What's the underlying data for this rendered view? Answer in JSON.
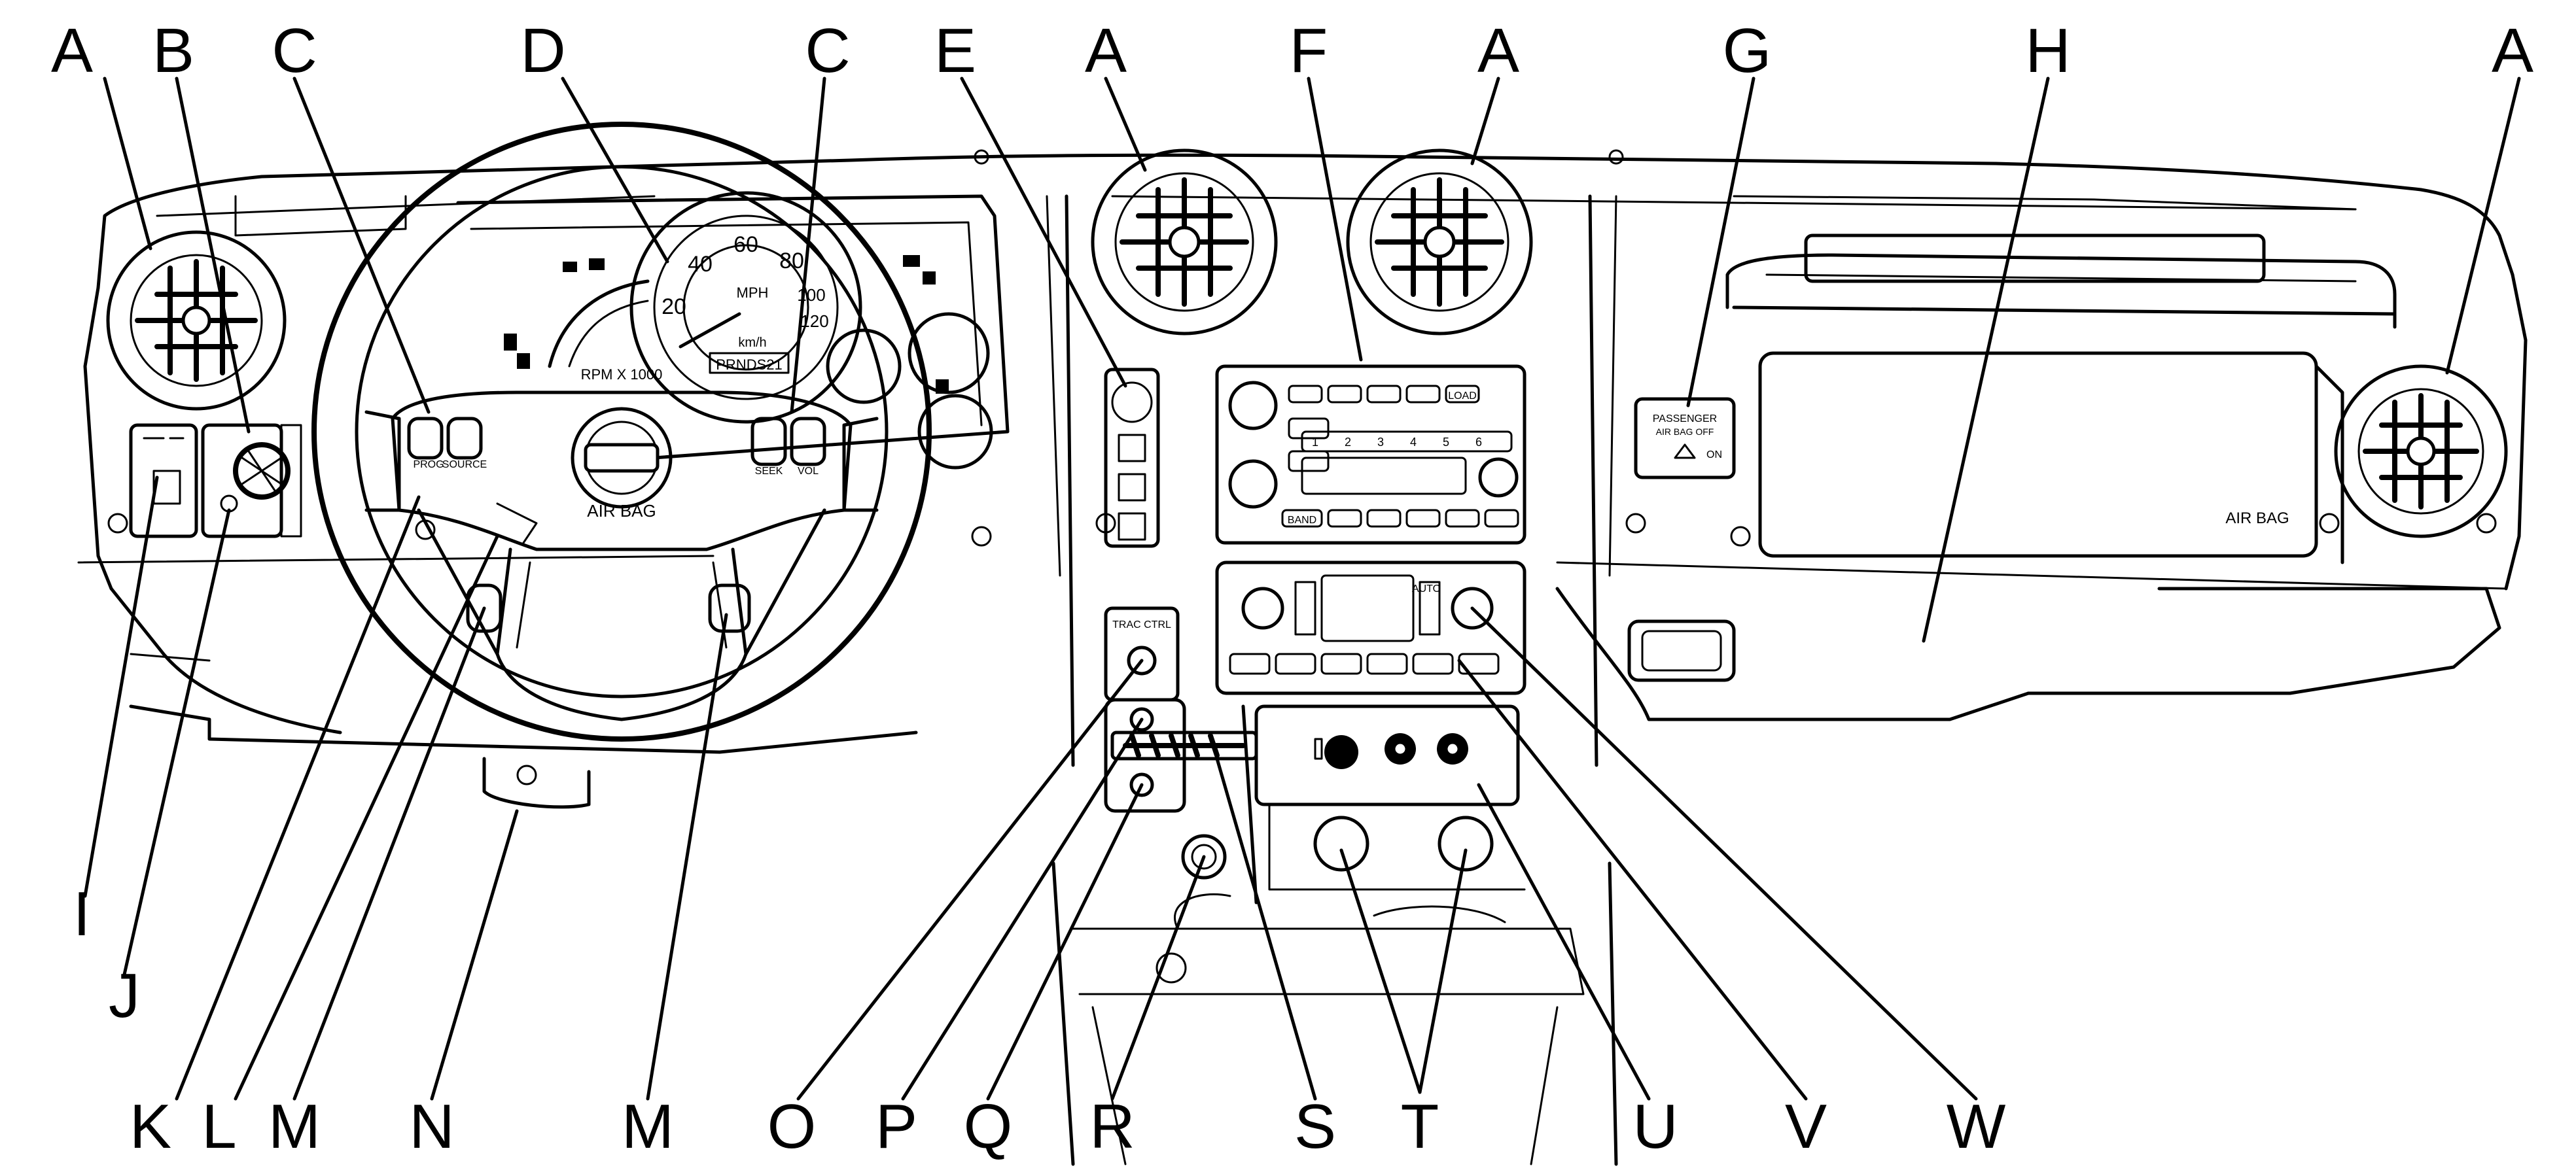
{
  "instrument_text": {
    "rpm": "RPM X 1000",
    "mph": "MPH",
    "kmh": "km/h",
    "odometer": "PRNDS21",
    "gauge_20": "20",
    "gauge_40": "40",
    "gauge_60": "60",
    "gauge_80": "80",
    "gauge_100": "100",
    "gauge_120": "120"
  },
  "steering_text": {
    "airbag": "AIR BAG",
    "source": "SOURCE",
    "prog": "PROG",
    "seek": "SEEK",
    "vol": "VOL"
  },
  "passenger_panel": {
    "line1": "PASSENGER",
    "line2": "AIR BAG OFF",
    "on": "ON"
  },
  "glovebox_airbag": "AIR BAG",
  "traction_label": "TRAC CTRL",
  "climate_auto": "AUTO",
  "radio": {
    "load": "LOAD",
    "band": "BAND",
    "presets": [
      "1",
      "2",
      "3",
      "4",
      "5",
      "6"
    ]
  },
  "callouts": {
    "A1": "A",
    "B": "B",
    "C1": "C",
    "D": "D",
    "C2": "C",
    "E": "E",
    "A2": "A",
    "F": "F",
    "A3": "A",
    "G": "G",
    "H": "H",
    "A4": "A",
    "I": "I",
    "J": "J",
    "K": "K",
    "L": "L",
    "M1": "M",
    "N": "N",
    "M2": "M",
    "O": "O",
    "P": "P",
    "Q": "Q",
    "R": "R",
    "S": "S",
    "T": "T",
    "U": "U",
    "V": "V",
    "W": "W"
  }
}
